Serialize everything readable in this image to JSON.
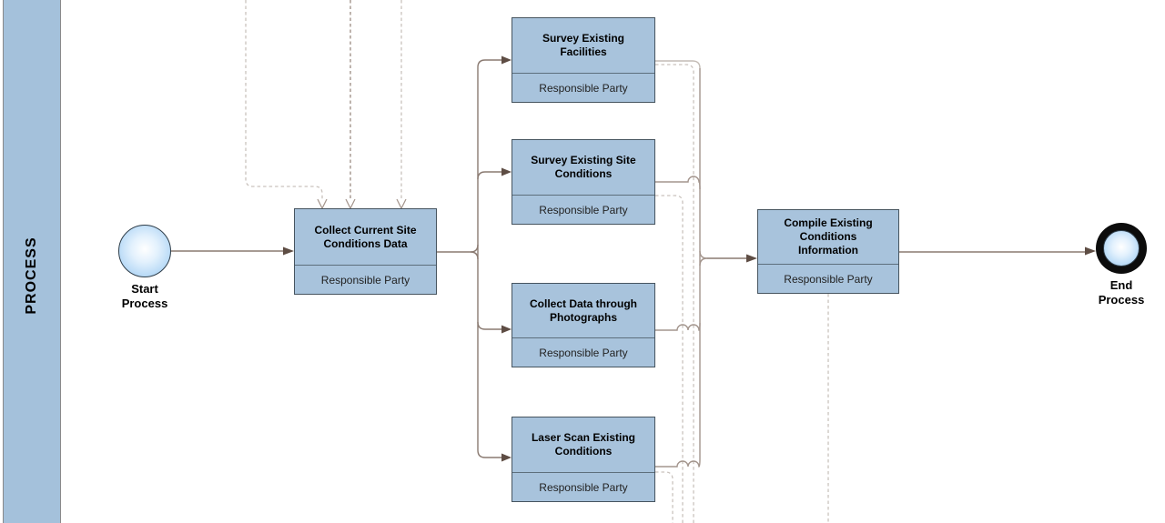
{
  "lane": {
    "label": "PROCESS"
  },
  "events": {
    "start": {
      "label": "Start Process"
    },
    "end": {
      "label": "End Process"
    }
  },
  "tasks": [
    {
      "id": "collect-current-site-conditions-data",
      "title": "Collect Current Site Conditions Data",
      "party": "Responsible Party"
    },
    {
      "id": "survey-existing-facilities",
      "title": "Survey Existing Facilities",
      "party": "Responsible Party"
    },
    {
      "id": "survey-existing-site-conditions",
      "title": "Survey Existing Site Conditions",
      "party": "Responsible Party"
    },
    {
      "id": "collect-data-through-photographs",
      "title": "Collect Data through Photographs",
      "party": "Responsible Party"
    },
    {
      "id": "laser-scan-existing-conditions",
      "title": "Laser Scan Existing Conditions",
      "party": "Responsible Party"
    },
    {
      "id": "compile-existing-conditions-information",
      "title": "Compile Existing Conditions Information",
      "party": "Responsible Party"
    }
  ],
  "colors": {
    "lane_fill": "#a4c1db",
    "lane_stroke": "#8a8a8a",
    "box_fill": "#a8c3dc",
    "box_stroke": "#46545f",
    "divider": "#5d6f7c",
    "event_stroke": "#2f3e4a",
    "flow": "#8a7a71",
    "arrow": "#5e4d44",
    "merge_light": "#c4bcb6",
    "merge_mid": "#a3958d",
    "dash_light": "#c9c2bd",
    "dash_mid": "#9c8c82",
    "dash_head": "#a3948b"
  }
}
